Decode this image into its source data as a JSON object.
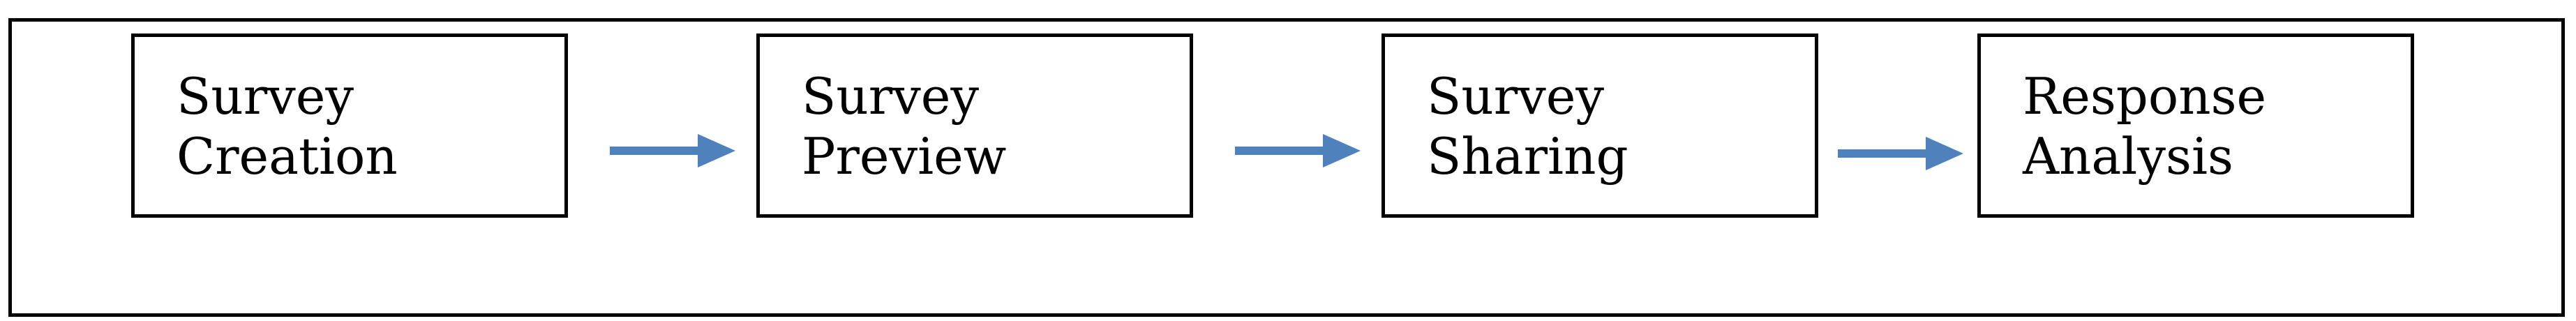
{
  "diagram": {
    "steps": [
      {
        "line1": "Survey",
        "line2": "Creation"
      },
      {
        "line1": "Survey",
        "line2": "Preview"
      },
      {
        "line1": "Survey",
        "line2": "Sharing"
      },
      {
        "line1": "Response",
        "line2": "Analysis"
      }
    ],
    "arrow_color": "#4f81bd",
    "border_color": "#000000"
  }
}
